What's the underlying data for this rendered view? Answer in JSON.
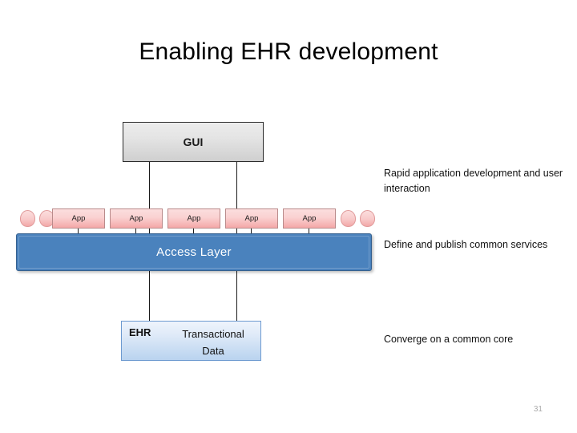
{
  "slide": {
    "title": "Enabling EHR development",
    "page_number": "31"
  },
  "diagram": {
    "gui": {
      "label": "GUI"
    },
    "apps": [
      {
        "label": "App"
      },
      {
        "label": "App"
      },
      {
        "label": "App"
      },
      {
        "label": "App"
      },
      {
        "label": "App"
      }
    ],
    "access_layer": {
      "label": "Access Layer"
    },
    "core": {
      "ehr_label": "EHR",
      "data_label": "Transactional Data"
    }
  },
  "annotations": [
    {
      "text": "Rapid application development and user interaction"
    },
    {
      "text": "Define and publish common services"
    },
    {
      "text": "Converge on a common core"
    }
  ],
  "colors": {
    "gui_fill": "#e4e4e4",
    "app_fill": "#fad1d1",
    "access_layer_fill": "#4a82bd",
    "core_fill": "#dfeaf8",
    "connector": "#1a1a1a",
    "page_number": "#aaaaaa"
  }
}
